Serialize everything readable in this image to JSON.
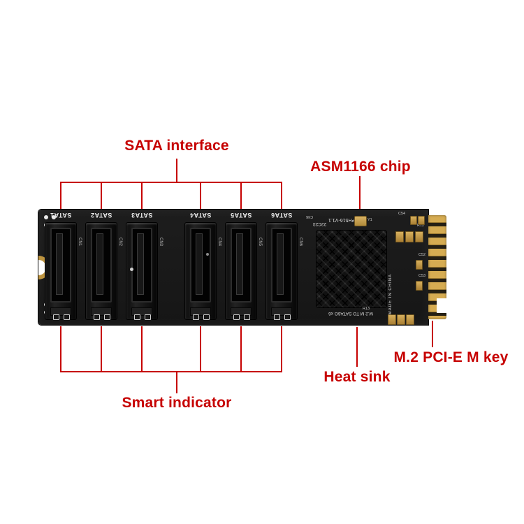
{
  "annotations": {
    "sata_interface": "SATA interface",
    "asm1166_chip": "ASM1166 chip",
    "heat_sink": "Heat sink",
    "m2_key": "M.2 PCI-E M key",
    "smart_indicator": "Smart indicator"
  },
  "board": {
    "sata_ports": [
      "SATA1",
      "SATA2",
      "SATA3",
      "SATA4",
      "SATA5",
      "SATA6"
    ],
    "cn_refs": [
      "CN1",
      "CN2",
      "CN3",
      "CN4",
      "CN5",
      "CN6"
    ],
    "silkscreen": {
      "model": "PH516-V1.1",
      "batch": "22C23",
      "product": "M.2 M TO SATA6G x6",
      "origin": "MADE IN CHINA",
      "refs": [
        "C46",
        "C54",
        "R12",
        "Y1",
        "C52",
        "C53",
        "R13"
      ]
    }
  },
  "colors": {
    "callout_red": "#c60000",
    "pcb_black": "#1b1b1b",
    "gold": "#d2a74e"
  }
}
